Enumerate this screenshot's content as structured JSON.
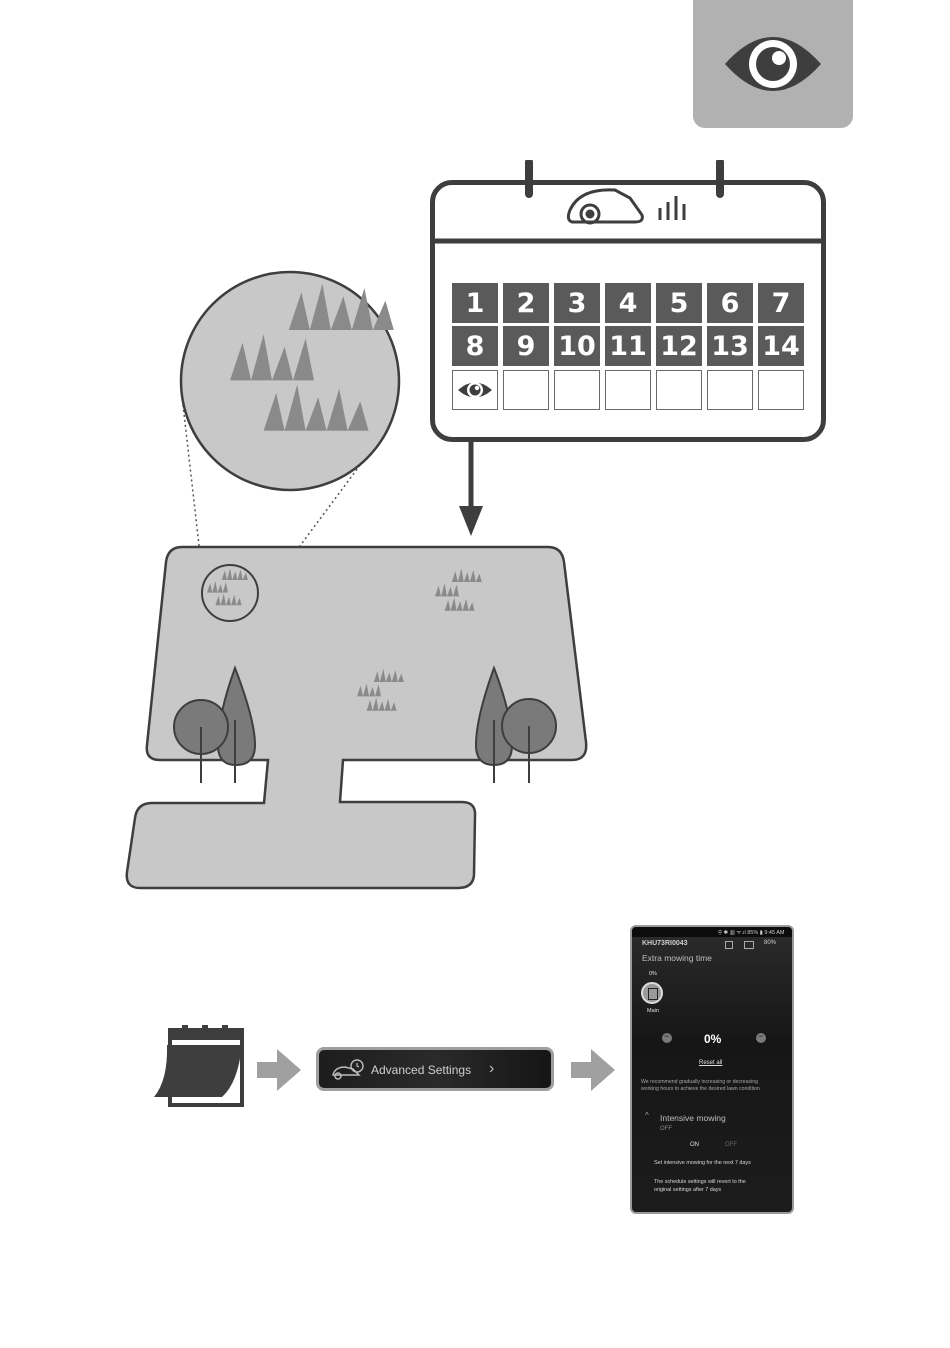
{
  "calendar": {
    "days_row1": [
      "1",
      "2",
      "3",
      "4",
      "5",
      "6",
      "7"
    ],
    "days_row2": [
      "8",
      "9",
      "10",
      "11",
      "12",
      "13",
      "14"
    ]
  },
  "advanced_settings": {
    "label": "Advanced Settings",
    "chevron": "›"
  },
  "phone": {
    "status_bar": "⚲ ✱ ▥ ᯤ.ıl 85% ▮ 9:45 AM",
    "device_id": "KHU73RI0043",
    "battery": "80%",
    "title": "Extra mowing time",
    "zone_percent": "0%",
    "zone_name": "Main",
    "stepper_minus": "−",
    "stepper_value": "0%",
    "stepper_plus": "−",
    "reset_label": "Reset all",
    "hint_line1": "We recommend gradually increasing or decreasing",
    "hint_line2": "working hours to achieve the desired lawn condition",
    "intensive_title": "Intensive mowing",
    "intensive_state": "OFF",
    "toggle_on": "ON",
    "toggle_off": "OFF",
    "info_line1": "Set intensive mowing for the next 7 days",
    "info_line2": "The schedule settings will revert to the",
    "info_line3": "original settings after 7 days"
  },
  "icons": [
    "eye-icon",
    "robot-mower-icon",
    "grass-icon",
    "tree-icon",
    "bush-icon",
    "calendar-icon",
    "arrow-right-icon",
    "arrow-down-icon",
    "magnifier-circle"
  ],
  "colors": {
    "dark": "#3e3e3e",
    "cell": "#5a5a5a",
    "lawn": "#c8c8c8",
    "tab": "#b1b1b1",
    "arrow": "#a0a0a0"
  }
}
